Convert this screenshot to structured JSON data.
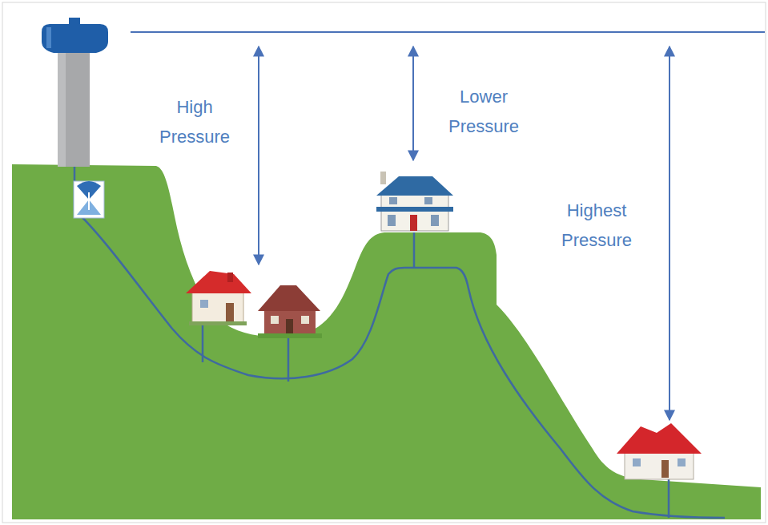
{
  "diagram": {
    "labels": [
      "High Pressure",
      "Lower Pressure",
      "Highest Pressure"
    ]
  }
}
